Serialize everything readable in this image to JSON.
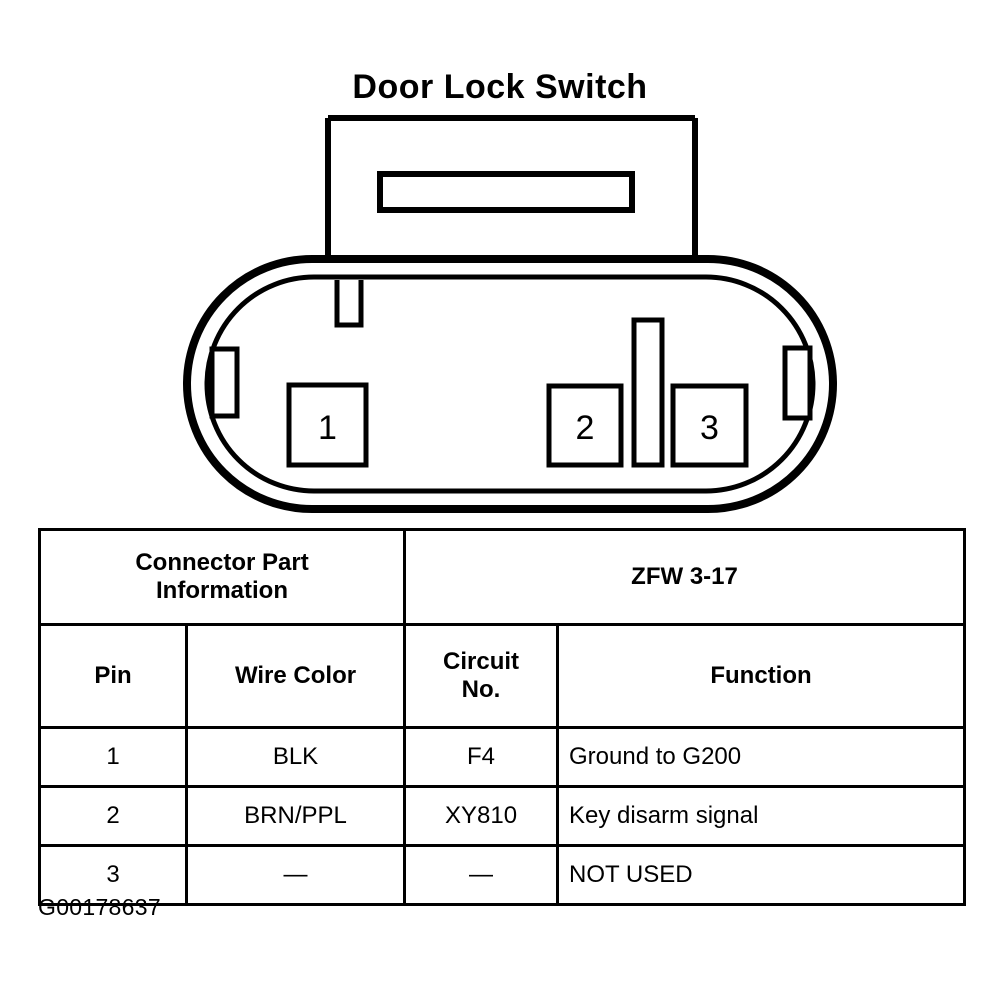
{
  "title": "Door Lock Switch",
  "figure_id": "G00178637",
  "connector": {
    "pin_cavities": [
      {
        "label": "1",
        "name": "pin-cavity-1"
      },
      {
        "label": "2",
        "name": "pin-cavity-2"
      },
      {
        "label": "3",
        "name": "pin-cavity-3"
      }
    ],
    "features": [
      "switch-body",
      "switch-slot",
      "connector-shell-outer",
      "connector-shell-inner",
      "locking-tab",
      "left-keyway-slot",
      "right-keyway-slot",
      "center-divider-rib"
    ],
    "line_color": "#000000",
    "fill_color": "#ffffff"
  },
  "table": {
    "part_info_label": "Connector Part\nInformation",
    "part_info_line1": "Connector Part",
    "part_info_line2": "Information",
    "part_number": "ZFW 3-17",
    "headers": {
      "pin": "Pin",
      "wire_color": "Wire Color",
      "circuit_no_line1": "Circuit",
      "circuit_no_line2": "No.",
      "function": "Function"
    },
    "rows": [
      {
        "pin": "1",
        "wire_color": "BLK",
        "circuit_no": "F4",
        "function": "Ground to G200"
      },
      {
        "pin": "2",
        "wire_color": "BRN/PPL",
        "circuit_no": "XY810",
        "function": "Key disarm signal"
      },
      {
        "pin": "3",
        "wire_color": "—",
        "circuit_no": "—",
        "function": "NOT USED"
      }
    ]
  }
}
